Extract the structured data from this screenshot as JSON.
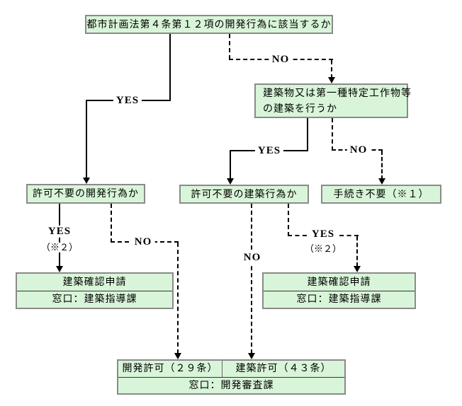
{
  "flowchart": {
    "boxes": {
      "main_question": "都市計画法第４条第１２項の開発行為に該当するか",
      "building_question_line1": "建築物又は第一種特定工作物等",
      "building_question_line2": "の建築を行うか",
      "dev_exempt_question": "許可不要の開発行為か",
      "build_exempt_question": "許可不要の建築行為か",
      "no_procedure": "手続き不要（※１）",
      "building_confirm": "建築確認申請",
      "building_confirm_window": "窓口：建築指導課",
      "dev_permit": "開発許可（２９条）",
      "build_permit": "建築許可（４３条）",
      "permit_window": "窓口：開発審査課"
    },
    "labels": {
      "yes": "YES",
      "no": "NO",
      "note2": "（※２）"
    },
    "colors": {
      "box_fill": "#d9f5d9",
      "box_border": "#8a8a8a",
      "line": "#000000"
    }
  }
}
